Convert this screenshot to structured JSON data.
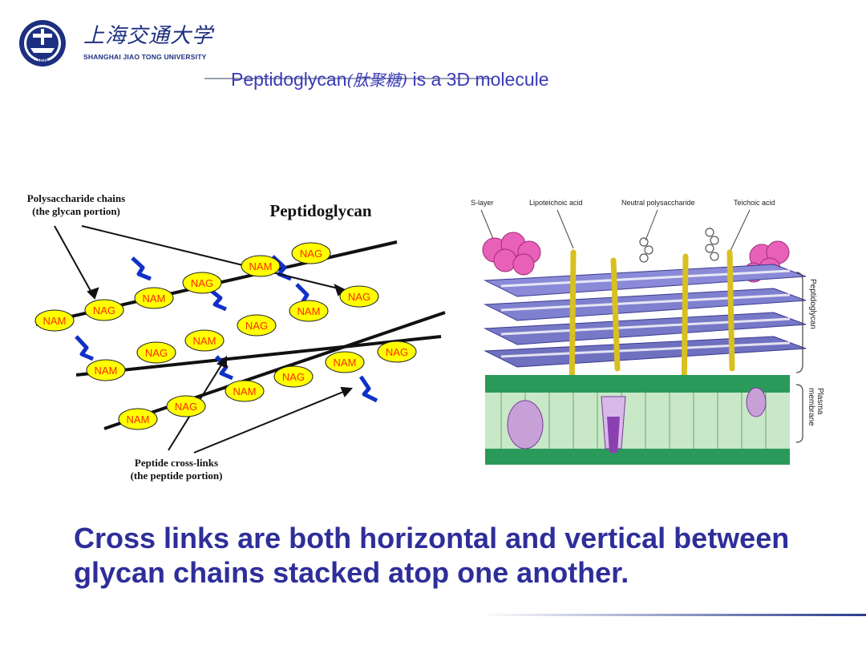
{
  "header": {
    "university_cn": "上海交通大学",
    "university_en": "SHANGHAI  JIAO TONG  UNIVERSITY",
    "logo_year": "1896"
  },
  "slide": {
    "title_pre": "Peptidoglycan",
    "title_cn": "(肽聚糖)",
    "title_post": " is a 3D molecule",
    "caption": "Cross links are both horizontal and vertical between glycan chains stacked atop one another."
  },
  "left_figure": {
    "title": "Peptidoglycan",
    "label_top_1": "Polysaccharide chains",
    "label_top_2": "(the glycan portion)",
    "label_bottom_1": "Peptide cross-links",
    "label_bottom_2": "(the peptide portion)",
    "nag": "NAG",
    "nam": "NAM"
  },
  "right_figure": {
    "labels": [
      "S-layer",
      "Lipoteichoic acid",
      "Neutral polysaccharide",
      "Teichoic acid"
    ],
    "side_peptidoglycan": "Peptidoglycan",
    "side_plasma_1": "Plasma",
    "side_plasma_2": "membrane"
  },
  "colors": {
    "title": "#3a3ab8",
    "caption": "#2e2e9a",
    "oval_fill": "#ffff00",
    "oval_text": "#ff2a00",
    "crosslink": "#1030c8",
    "membrane": "#2a9a5a",
    "s_layer": "#e860b8"
  }
}
